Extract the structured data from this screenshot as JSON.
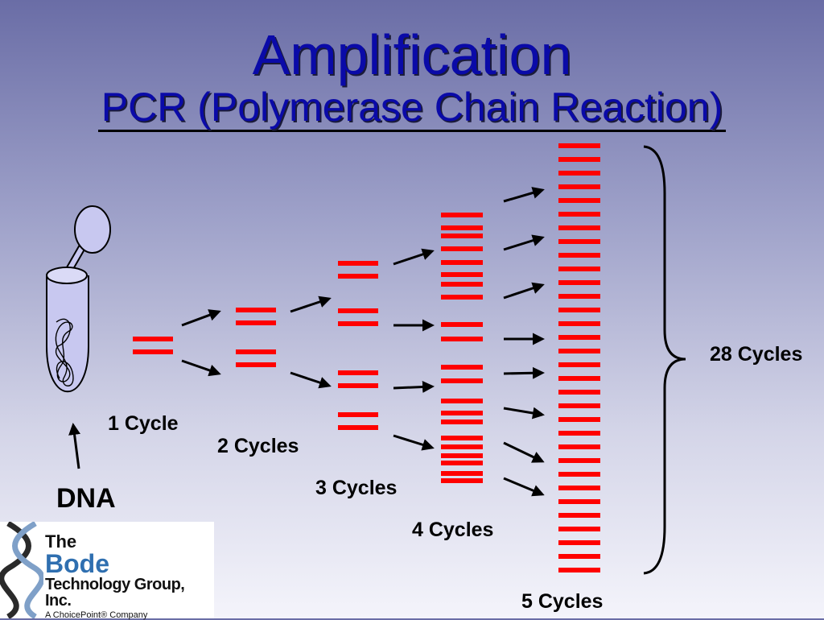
{
  "slide": {
    "title": "Amplification",
    "subtitle": "PCR (Polymerase Chain Reaction)"
  },
  "labels": {
    "dna": "DNA",
    "cycle1": "1 Cycle",
    "cycle2": "2 Cycles",
    "cycle3": "3 Cycles",
    "cycle4": "4 Cycles",
    "cycle5": "5 Cycles",
    "cycle28": "28 Cycles"
  },
  "diagram": {
    "strand_color": "#ff0000",
    "tube_fill": "#c8c8f0",
    "copies_per_cycle": [
      1,
      2,
      4,
      8,
      16
    ]
  },
  "logo": {
    "line1": "The",
    "line2": "Bode",
    "line3": "Technology Group, Inc.",
    "line4": "A ChoicePoint® Company"
  }
}
